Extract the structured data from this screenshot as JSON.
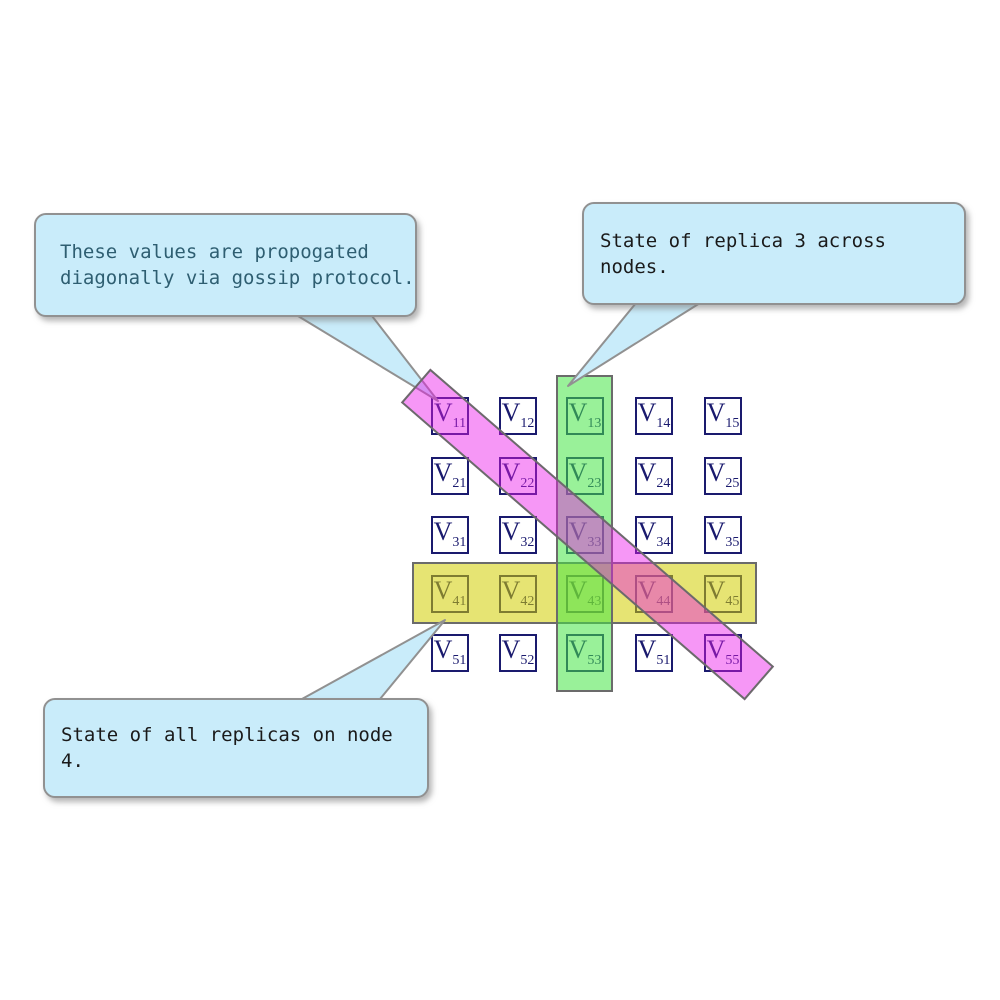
{
  "matrix": {
    "base": "V",
    "description_rows": 5,
    "description_cols": 5,
    "cells": [
      [
        "11",
        "12",
        "13",
        "14",
        "15"
      ],
      [
        "21",
        "22",
        "23",
        "24",
        "25"
      ],
      [
        "31",
        "32",
        "33",
        "34",
        "35"
      ],
      [
        "41",
        "42",
        "43",
        "44",
        "45"
      ],
      [
        "51",
        "52",
        "53",
        "51",
        "55"
      ]
    ]
  },
  "callouts": [
    {
      "id": "gossip-diagonal",
      "lines": [
        "These values are propogated",
        "diagonally via gossip protocol."
      ]
    },
    {
      "id": "replica-3-column",
      "lines": [
        "State of replica 3 across nodes."
      ]
    },
    {
      "id": "node-4-row",
      "lines": [
        "State of all replicas on node 4."
      ]
    }
  ],
  "highlights": [
    {
      "name": "diagonal-gossip-band",
      "shape": "diagonal-band",
      "color_key": "magenta_band",
      "covers": [
        "V11",
        "V22",
        "V33",
        "V44",
        "V55"
      ]
    },
    {
      "name": "replica-3-column-band",
      "shape": "vertical-band",
      "color_key": "green_band",
      "covers": [
        "V13",
        "V23",
        "V33",
        "V43",
        "V53"
      ]
    },
    {
      "name": "node-4-row-band",
      "shape": "horizontal-band",
      "color_key": "yellow_band",
      "covers": [
        "V41",
        "V42",
        "V43",
        "V44",
        "V45"
      ]
    }
  ],
  "colors": {
    "bubble_fill": "#c9ecfa",
    "bubble_border": "#919191",
    "callout_gossip_text": "#2e5e71",
    "callout_text": "#1a1a1a",
    "cell_border": "#1a1a6e",
    "cell_text": "#1a1a6e",
    "cell_fill": "#ffffff",
    "band_border": "#6b6b6b",
    "yellow_band": "rgba(210,205,0,0.55)",
    "green_band": "rgba(70,230,70,0.55)",
    "magenta_band": "rgba(235,25,235,0.45)"
  }
}
